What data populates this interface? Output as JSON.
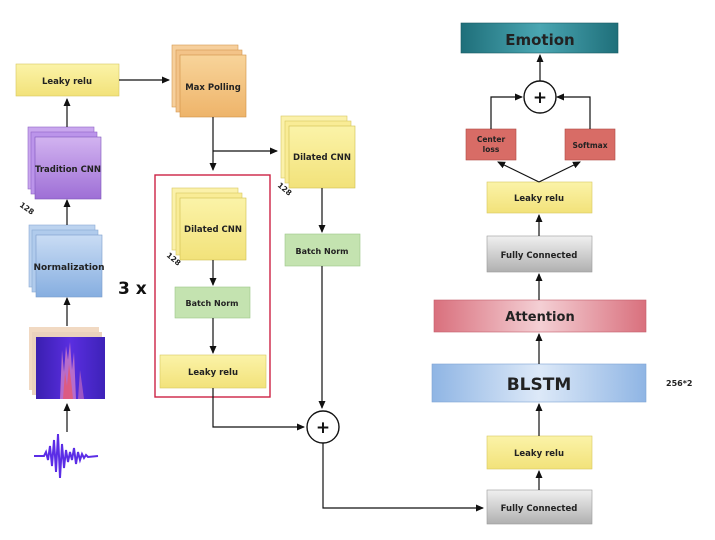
{
  "left_branch": {
    "leaky_relu": "Leaky relu",
    "tradition_cnn": "Tradition CNN",
    "tradition_cnn_dim": "128",
    "normalization": "Normalization"
  },
  "middle_branch": {
    "max_pooling": "Max Polling",
    "repeat_label": "3 x",
    "dilated_cnn_inner": "Dilated CNN",
    "dilated_cnn_inner_dim": "128",
    "batch_norm_inner": "Batch Norm",
    "leaky_relu_inner": "Leaky relu",
    "dilated_cnn_outer": "Dilated CNN",
    "dilated_cnn_outer_dim": "128",
    "batch_norm_outer": "Batch Norm",
    "sum_symbol": "+"
  },
  "right_branch": {
    "fully_connected_bottom": "Fully Connected",
    "leaky_relu_bottom": "Leaky relu",
    "blstm": "BLSTM",
    "blstm_dim": "256*2",
    "attention": "Attention",
    "fully_connected_top": "Fully Connected",
    "leaky_relu_top": "Leaky relu",
    "center_loss_line1": "Center",
    "center_loss_line2": "loss",
    "softmax": "Softmax",
    "sum_symbol": "+",
    "emotion": "Emotion"
  },
  "colors": {
    "yellow": "#f7ec8e",
    "orange": "#f3c07e",
    "purple": "#b98be4",
    "blue": "#9bbde6",
    "green": "#c2e2ae",
    "gray": "#c7c7c7",
    "pink": "#df8d97",
    "red_box": "#d86c66",
    "teal": "#2e8794",
    "frame": "#cc2244"
  }
}
